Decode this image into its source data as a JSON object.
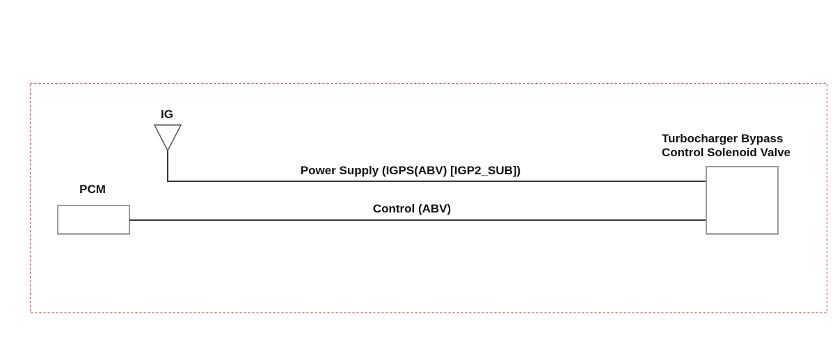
{
  "colors": {
    "border": "#e53935",
    "wire": "#3a3a3a",
    "component_outline": "#9a9a9a",
    "ground_symbol": "#555555"
  },
  "labels": {
    "ig": "IG",
    "pcm": "PCM",
    "power_supply": "Power Supply (IGPS(ABV) [IGP2_SUB])",
    "control": "Control (ABV)",
    "valve_line1": "Turbocharger Bypass",
    "valve_line2": "Control Solenoid Valve"
  }
}
